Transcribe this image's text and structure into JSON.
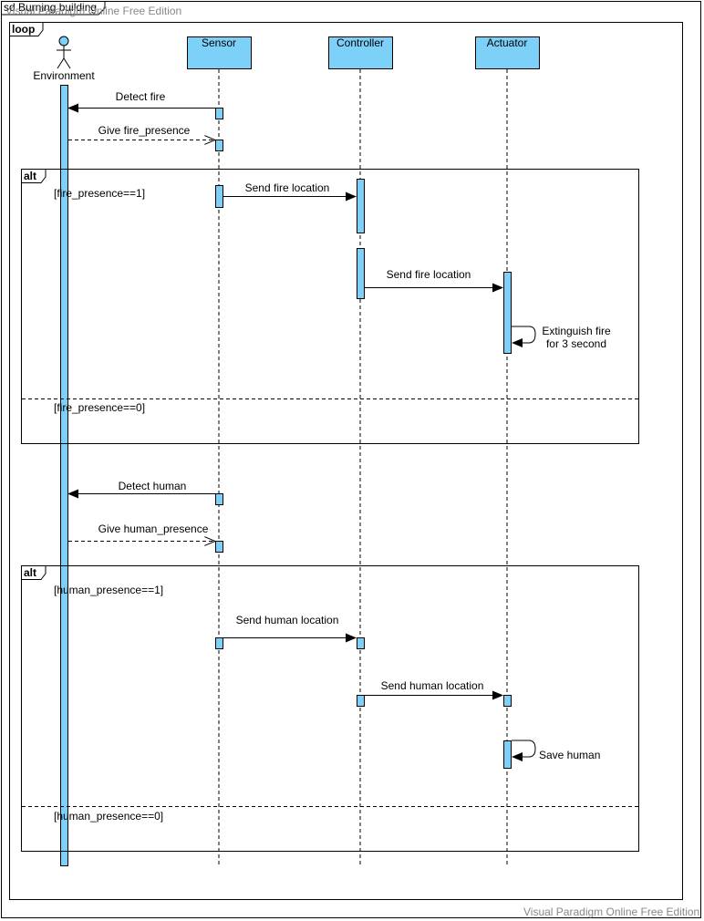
{
  "diagram": {
    "frame_title": "sd Burning building",
    "watermark_top": "Visual Paradigm Online Free Edition",
    "watermark_bottom": "Visual Paradigm Online Free Edition",
    "loop_label": "loop",
    "colors": {
      "lifeline_fill": "#7dd0f7",
      "line": "#000000",
      "watermark": "#888888"
    },
    "lifelines": {
      "environment": "Environment",
      "sensor": "Sensor",
      "controller": "Controller",
      "actuator": "Actuator"
    },
    "messages": {
      "detect_fire": "Detect fire",
      "give_fire_presence": "Give fire_presence",
      "send_fire_location_1": "Send fire location",
      "send_fire_location_2": "Send fire location",
      "extinguish_line1": "Extinguish fire",
      "extinguish_line2": "for 3 second",
      "detect_human": "Detect human",
      "give_human_presence": "Give human_presence",
      "send_human_location_1": "Send human location",
      "send_human_location_2": "Send human location",
      "save_human": "Save human"
    },
    "alt1": {
      "label": "alt",
      "guard_true": "[fire_presence==1]",
      "guard_false": "[fire_presence==0]"
    },
    "alt2": {
      "label": "alt",
      "guard_true": "[human_presence==1]",
      "guard_false": "[human_presence==0]"
    }
  }
}
